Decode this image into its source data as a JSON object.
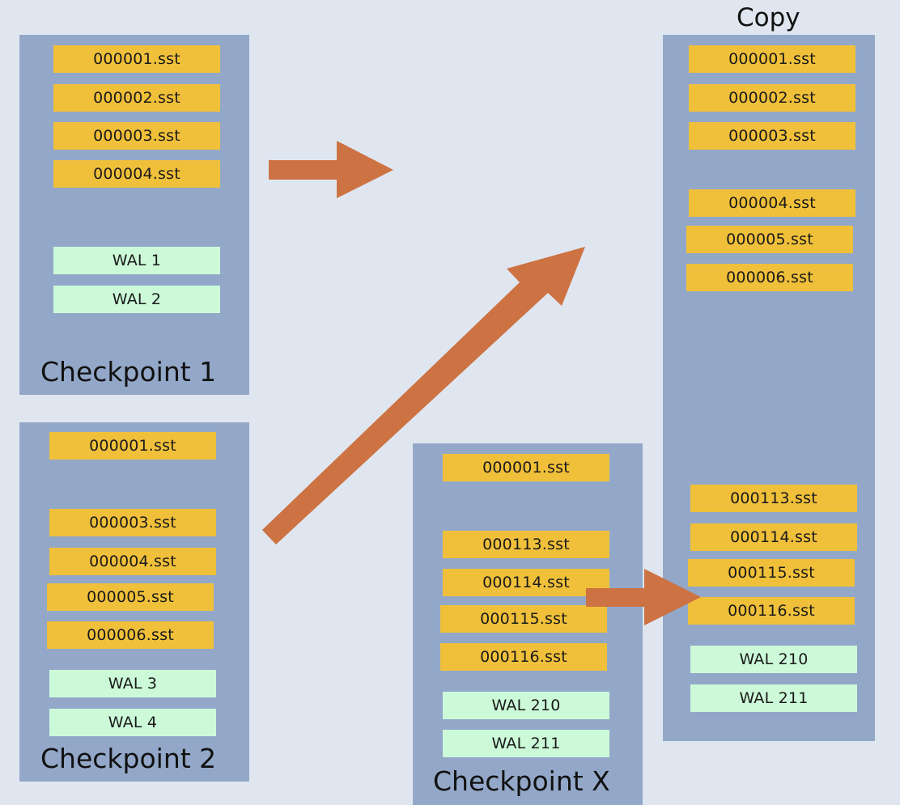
{
  "copy": {
    "title": "Copy",
    "files": [
      "000001.sst",
      "000002.sst",
      "000003.sst",
      "000004.sst",
      "000005.sst",
      "000006.sst",
      "000113.sst",
      "000114.sst",
      "000115.sst",
      "000116.sst"
    ],
    "wal": [
      "WAL 210",
      "WAL 211"
    ]
  },
  "checkpoint1": {
    "title": "Checkpoint 1",
    "files": [
      "000001.sst",
      "000002.sst",
      "000003.sst",
      "000004.sst"
    ],
    "wal": [
      "WAL 1",
      "WAL 2"
    ]
  },
  "checkpoint2": {
    "title": "Checkpoint 2",
    "files": [
      "000001.sst",
      "000003.sst",
      "000004.sst",
      "000005.sst",
      "000006.sst"
    ],
    "wal": [
      "WAL 3",
      "WAL 4"
    ]
  },
  "checkpointX": {
    "title": "Checkpoint X",
    "files": [
      "000001.sst",
      "000113.sst",
      "000114.sst",
      "000115.sst",
      "000116.sst"
    ],
    "wal": [
      "WAL 210",
      "WAL 211"
    ]
  },
  "colors": {
    "background": "#dfe6ef",
    "panel": "#93a8c8",
    "sst": "#f0c03a",
    "wal": "#ccfad9",
    "arrow": "#cd7242"
  }
}
